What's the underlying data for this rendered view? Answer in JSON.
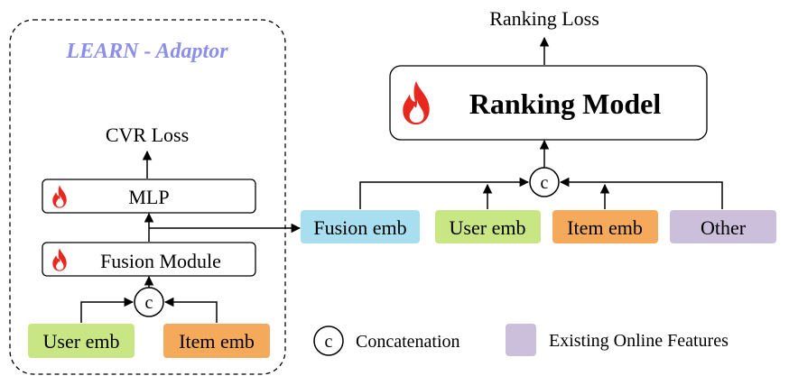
{
  "adaptor": {
    "title": "LEARN - Adaptor",
    "cvr_loss": "CVR Loss",
    "mlp_label": "MLP",
    "fusion_module_label": "Fusion Module",
    "user_emb_label": "User emb",
    "item_emb_label": "Item emb"
  },
  "ranking": {
    "loss_label": "Ranking Loss",
    "model_label": "Ranking Model",
    "features": [
      {
        "label": "Fusion emb",
        "color": "#a8dff0"
      },
      {
        "label": "User emb",
        "color": "#c9e685"
      },
      {
        "label": "Item emb",
        "color": "#f5a95a"
      },
      {
        "label": "Other",
        "color": "#cbbfdc"
      }
    ]
  },
  "legend": {
    "concat_label": "Concatenation",
    "existing_label": "Existing Online Features",
    "existing_color": "#cbbfdc"
  },
  "concat_symbol": "c",
  "colors": {
    "title": "#8b8fe8",
    "user_emb": "#c9e685",
    "item_emb": "#f5a95a",
    "fire_outer": "#e8281e",
    "fire_inner": "#ffffff"
  },
  "icons": {
    "fire": "fire-icon",
    "concat": "concat-circle-icon"
  }
}
